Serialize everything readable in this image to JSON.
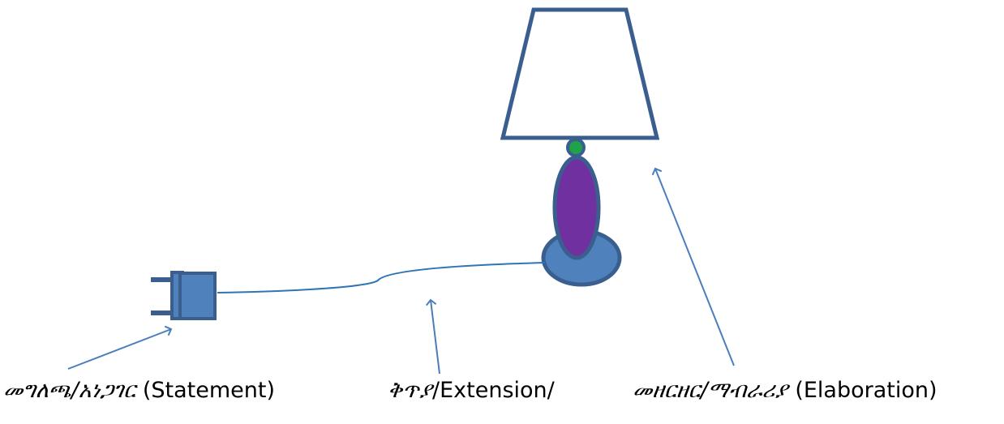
{
  "labels": {
    "statement": {
      "amharic": "መግለጫ/አነጋገር",
      "english": " (Statement)"
    },
    "extension": {
      "amharic": "ቅጥያ",
      "english": "/Extension/"
    },
    "elaboration": {
      "amharic": "መዘርዘር/ማብራሪያ",
      "english": " (Elaboration)"
    }
  },
  "colors": {
    "outline": "#3A5F8F",
    "shade_fill": "#FFFFFF",
    "neck": "#1FA34A",
    "body": "#7030A0",
    "base": "#4F81BD",
    "plug": "#4F81BD",
    "cord": "#2E75B6",
    "arrow": "#4A7EBB"
  }
}
